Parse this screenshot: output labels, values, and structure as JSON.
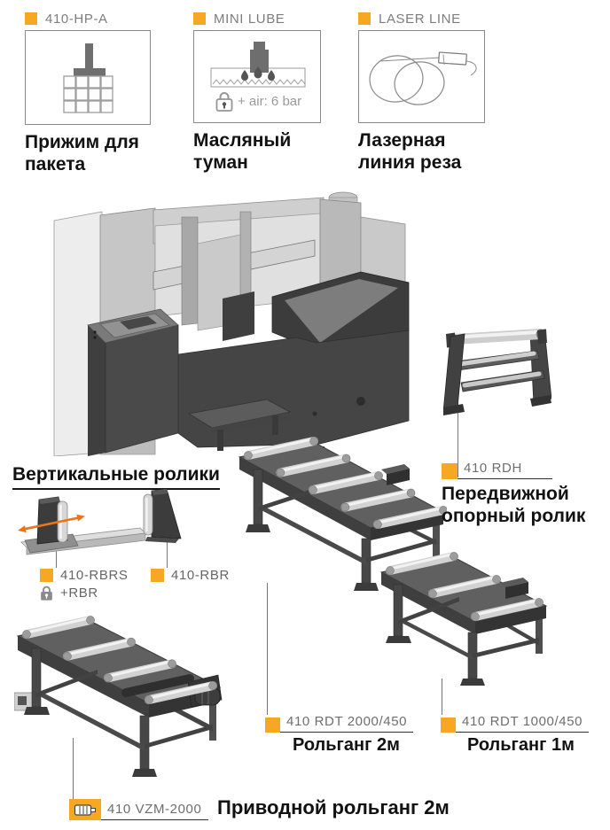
{
  "colors": {
    "accent": "#F7A823",
    "arrow": "#E8751A"
  },
  "options": [
    {
      "code": "410-HP-A",
      "caption": "Прижим для\nпакета"
    },
    {
      "code": "MINI LUBE",
      "caption": "Масляный\nтуман",
      "air_note": "+ air: 6 bar"
    },
    {
      "code": "LASER LINE",
      "caption": "Лазерная\nлиния реза"
    }
  ],
  "labels": {
    "rdh": {
      "code": "410 RDH",
      "caption": "Передвижной\nопорный ролик"
    },
    "vertical_heading": "Вертикальные ролики",
    "rbrs": {
      "code": "410-RBRS",
      "extra": "+RBR"
    },
    "rbr": {
      "code": "410-RBR"
    },
    "rdt2000": {
      "code": "410 RDT 2000/450",
      "caption": "Рольганг 2м"
    },
    "rdt1000": {
      "code": "410 RDT 1000/450",
      "caption": "Рольганг 1м"
    },
    "vzm": {
      "code": "410 VZM-2000",
      "caption": "Приводной рольганг 2м"
    }
  }
}
